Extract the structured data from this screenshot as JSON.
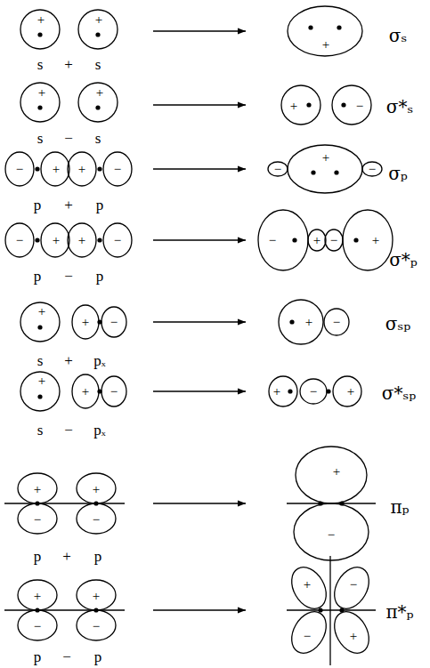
{
  "diagram": {
    "labels": [
      "+",
      "+",
      "s",
      "+",
      "s",
      "+",
      "σₛ",
      "+",
      "+",
      "s",
      "−",
      "s",
      "+",
      "−",
      "σ*ₛ",
      "−",
      "+",
      "+",
      "−",
      "p",
      "+",
      "p",
      "−",
      "+",
      "−",
      "σₚ",
      "−",
      "+",
      "+",
      "−",
      "p",
      "−",
      "p",
      "−",
      "+",
      "−",
      "+",
      "σ*ₚ",
      "+",
      "+",
      "−",
      "s",
      "+",
      "pₓ",
      "+",
      "−",
      "σₛₚ",
      "+",
      "+",
      "−",
      "s",
      "−",
      "pₓ",
      "+",
      "−",
      "+",
      "σ*ₛₚ",
      "+",
      "−",
      "+",
      "−",
      "p",
      "+",
      "p",
      "+",
      "−",
      "πₚ",
      "+",
      "−",
      "+",
      "−",
      "p",
      "−",
      "p",
      "+",
      "−",
      "−",
      "+",
      "π*ₚ"
    ]
  }
}
